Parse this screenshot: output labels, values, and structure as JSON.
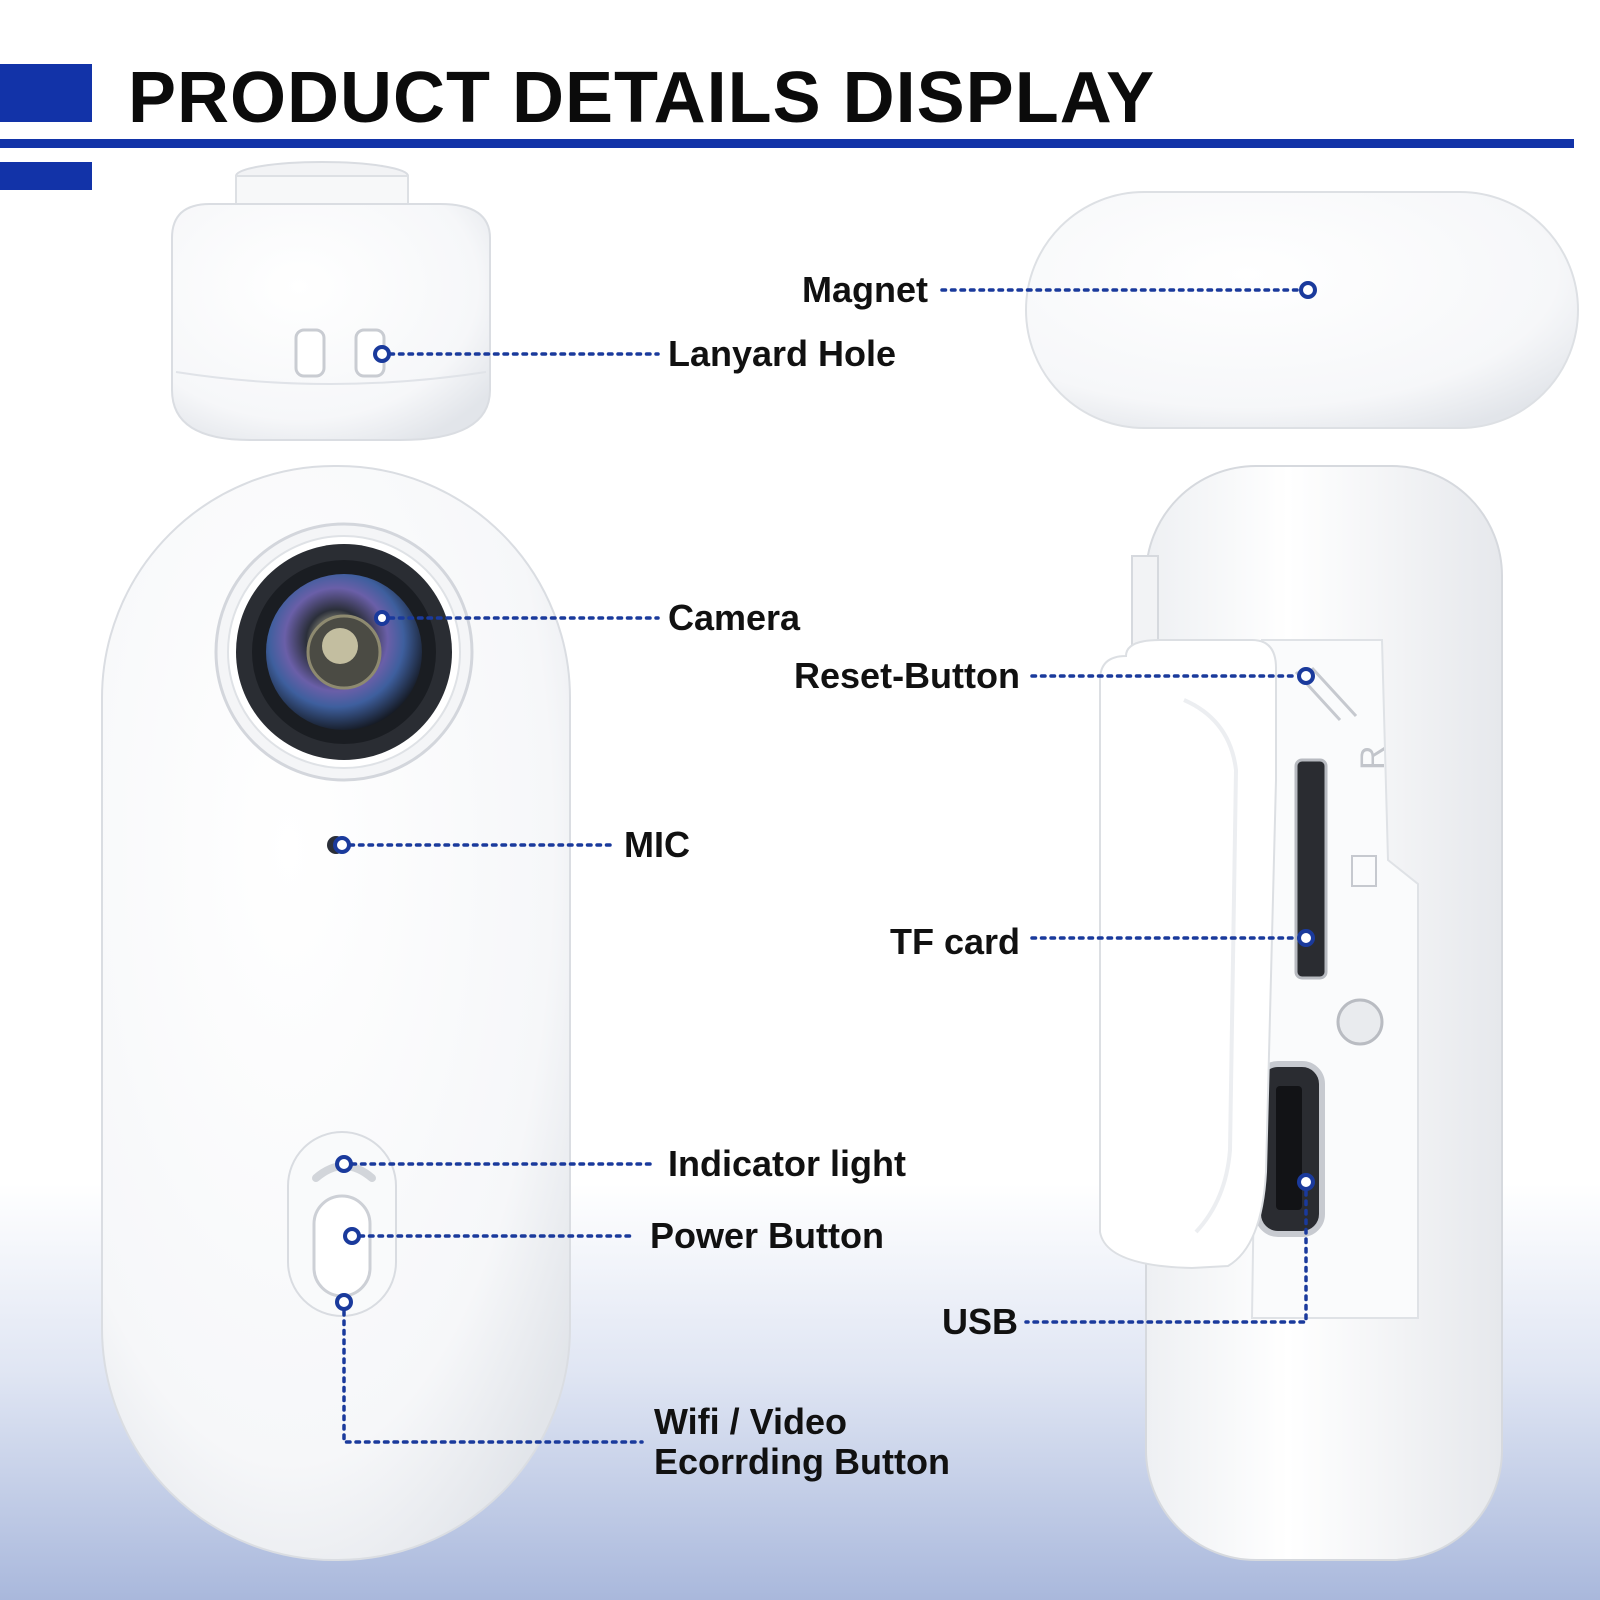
{
  "header": {
    "title": "PRODUCT DETAILS DISPLAY",
    "accent_color": "#1233a8"
  },
  "callouts": {
    "magnet": "Magnet",
    "lanyard_hole": "Lanyard Hole",
    "camera": "Camera",
    "reset_button": "Reset-Button",
    "mic": "MIC",
    "tf_card": "TF card",
    "indicator_light": "Indicator light",
    "power_button": "Power Button",
    "usb": "USB",
    "wifi_video_line1": "Wifi / Video",
    "wifi_video_line2": "Ecorrding Button"
  },
  "colors": {
    "leader_line": "#1a3a9c",
    "device_body": "#ffffff",
    "device_shadow": "#d6d9de"
  }
}
